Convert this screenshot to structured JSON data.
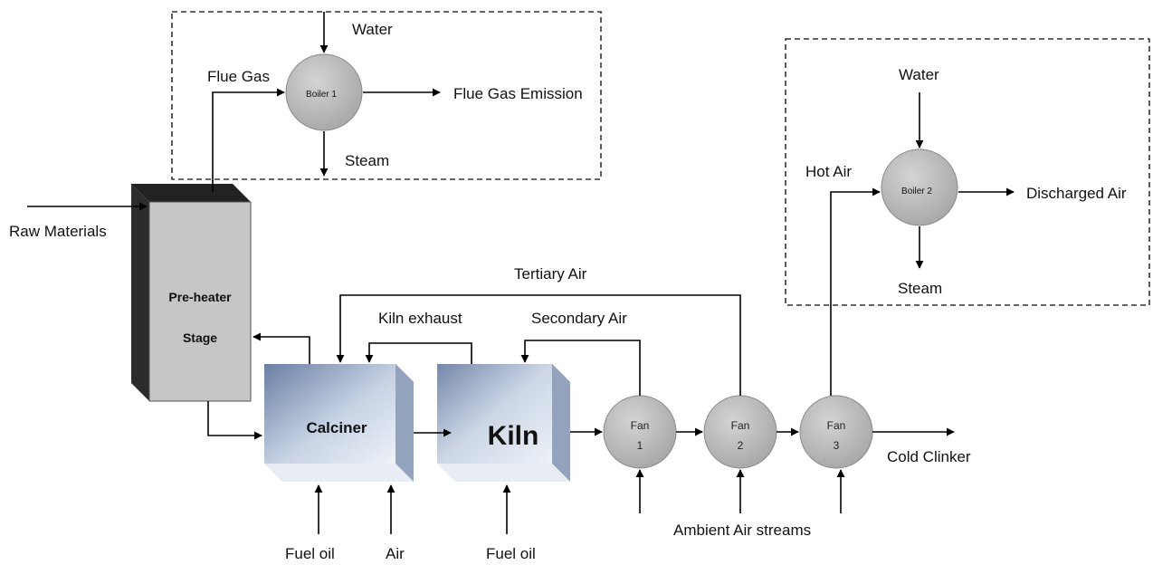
{
  "units": {
    "preheater": {
      "line1": "Pre-heater",
      "line2": "Stage"
    },
    "calciner": "Calciner",
    "kiln": "Kiln",
    "boiler1": "Boiler 1",
    "boiler2": "Boiler 2",
    "fans": [
      {
        "name": "Fan",
        "number": "1"
      },
      {
        "name": "Fan",
        "number": "2"
      },
      {
        "name": "Fan",
        "number": "3"
      }
    ]
  },
  "streams": {
    "water_boiler1": "Water",
    "flue_gas": "Flue Gas",
    "flue_gas_emission": "Flue Gas Emission",
    "steam_boiler1": "Steam",
    "raw_materials": "Raw Materials",
    "tertiary_air": "Tertiary Air",
    "kiln_exhaust": "Kiln exhaust",
    "secondary_air": "Secondary Air",
    "fuel_oil_calciner": "Fuel oil",
    "air_calciner": "Air",
    "fuel_oil_kiln": "Fuel oil",
    "ambient_air": "Ambient Air streams",
    "cold_clinker": "Cold Clinker",
    "water_boiler2": "Water",
    "hot_air": "Hot Air",
    "discharged_air": "Discharged Air",
    "steam_boiler2": "Steam"
  },
  "colors": {
    "vessel_fill": "#b3b3b3",
    "preheater_front": "#c6c6c6",
    "preheater_dark": "#222222",
    "box_front_start": "#6a7fa4",
    "box_front_end": "#eef2f8",
    "box_top": "#5a6b86",
    "box_side": "#93a2bd",
    "line": "#000000"
  }
}
